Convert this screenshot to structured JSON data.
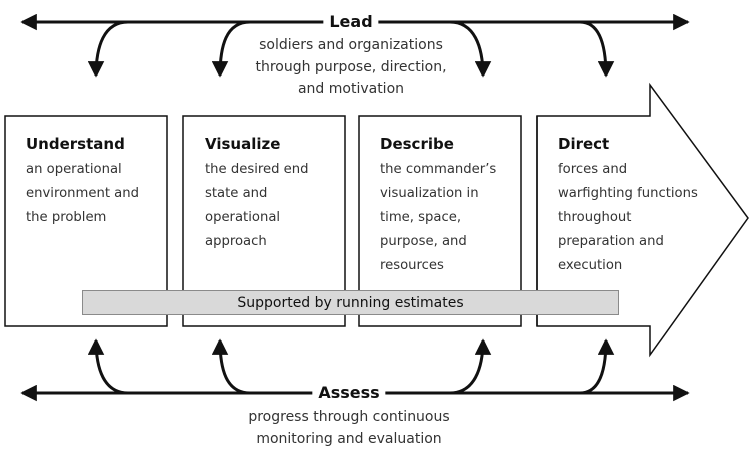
{
  "lead": {
    "title": "Lead",
    "description": "soldiers and organizations through purpose, direction, and motivation",
    "lines": [
      "soldiers and organizations",
      "through purpose, direction,",
      "and motivation"
    ]
  },
  "activities": [
    {
      "title": "Understand",
      "text": "an operational environment and the problem",
      "lines": [
        "an operational",
        "environment and",
        "the problem"
      ]
    },
    {
      "title": "Visualize",
      "text": "the desired end state and operational approach",
      "lines": [
        "the desired end",
        "state and",
        "operational",
        "approach"
      ]
    },
    {
      "title": "Describe",
      "text": "the commander’s visualization in time, space, purpose, and resources",
      "lines": [
        "the commander’s",
        "visualization in",
        "time, space,",
        "purpose, and",
        "resources"
      ]
    },
    {
      "title": "Direct",
      "text": "forces and warfighting functions throughout preparation and execution",
      "lines": [
        "forces and",
        "warfighting functions",
        "throughout",
        "preparation and",
        "execution"
      ]
    }
  ],
  "banner": {
    "text": "Supported by running estimates"
  },
  "assess": {
    "title": "Assess",
    "description": "progress through continuous monitoring and evaluation",
    "lines": [
      "progress through continuous",
      "monitoring and evaluation"
    ]
  }
}
